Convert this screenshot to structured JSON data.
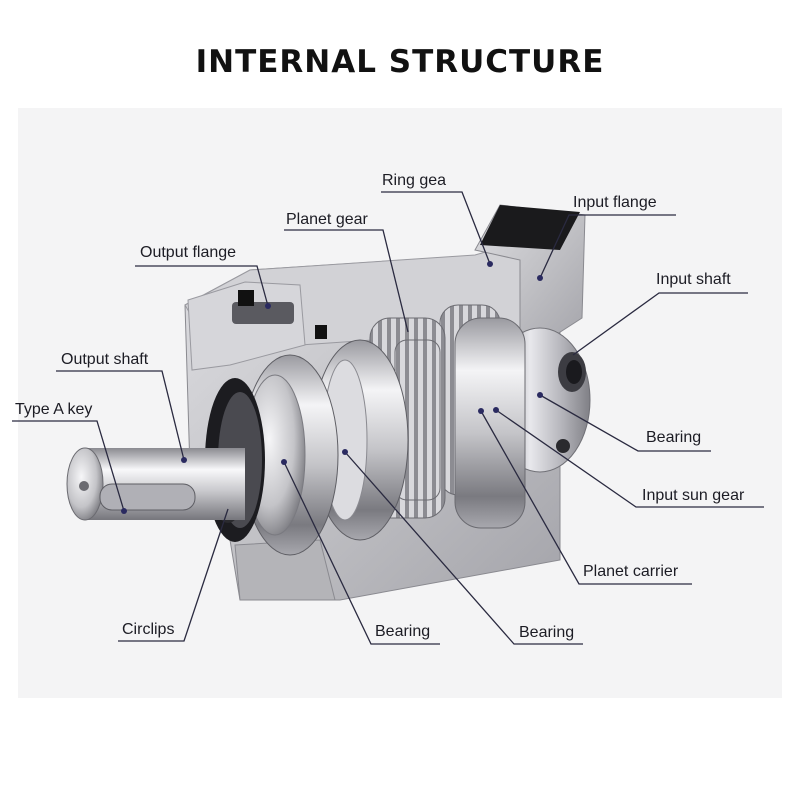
{
  "title": "INTERNAL STRUCTURE",
  "colors": {
    "background": "#ffffff",
    "panel": "#f4f4f5",
    "leader_line": "#2a2a40",
    "metal_light": "#f2f2f4",
    "metal_dark": "#6e6e74",
    "housing": "#c6c6ca",
    "seal_black": "#111111"
  },
  "labels": {
    "ring_gear": "Ring gea",
    "input_flange": "Input flange",
    "planet_gear": "Planet gear",
    "output_flange": "Output flange",
    "input_shaft": "Input shaft",
    "output_shaft": "Output shaft",
    "type_a_key": "Type A key",
    "bearing_input": "Bearing",
    "input_sun_gear": "Input sun gear",
    "planet_carrier": "Planet carrier",
    "circlips": "Circlips",
    "bearing_output": "Bearing",
    "bearing_carrier": "Bearing"
  }
}
